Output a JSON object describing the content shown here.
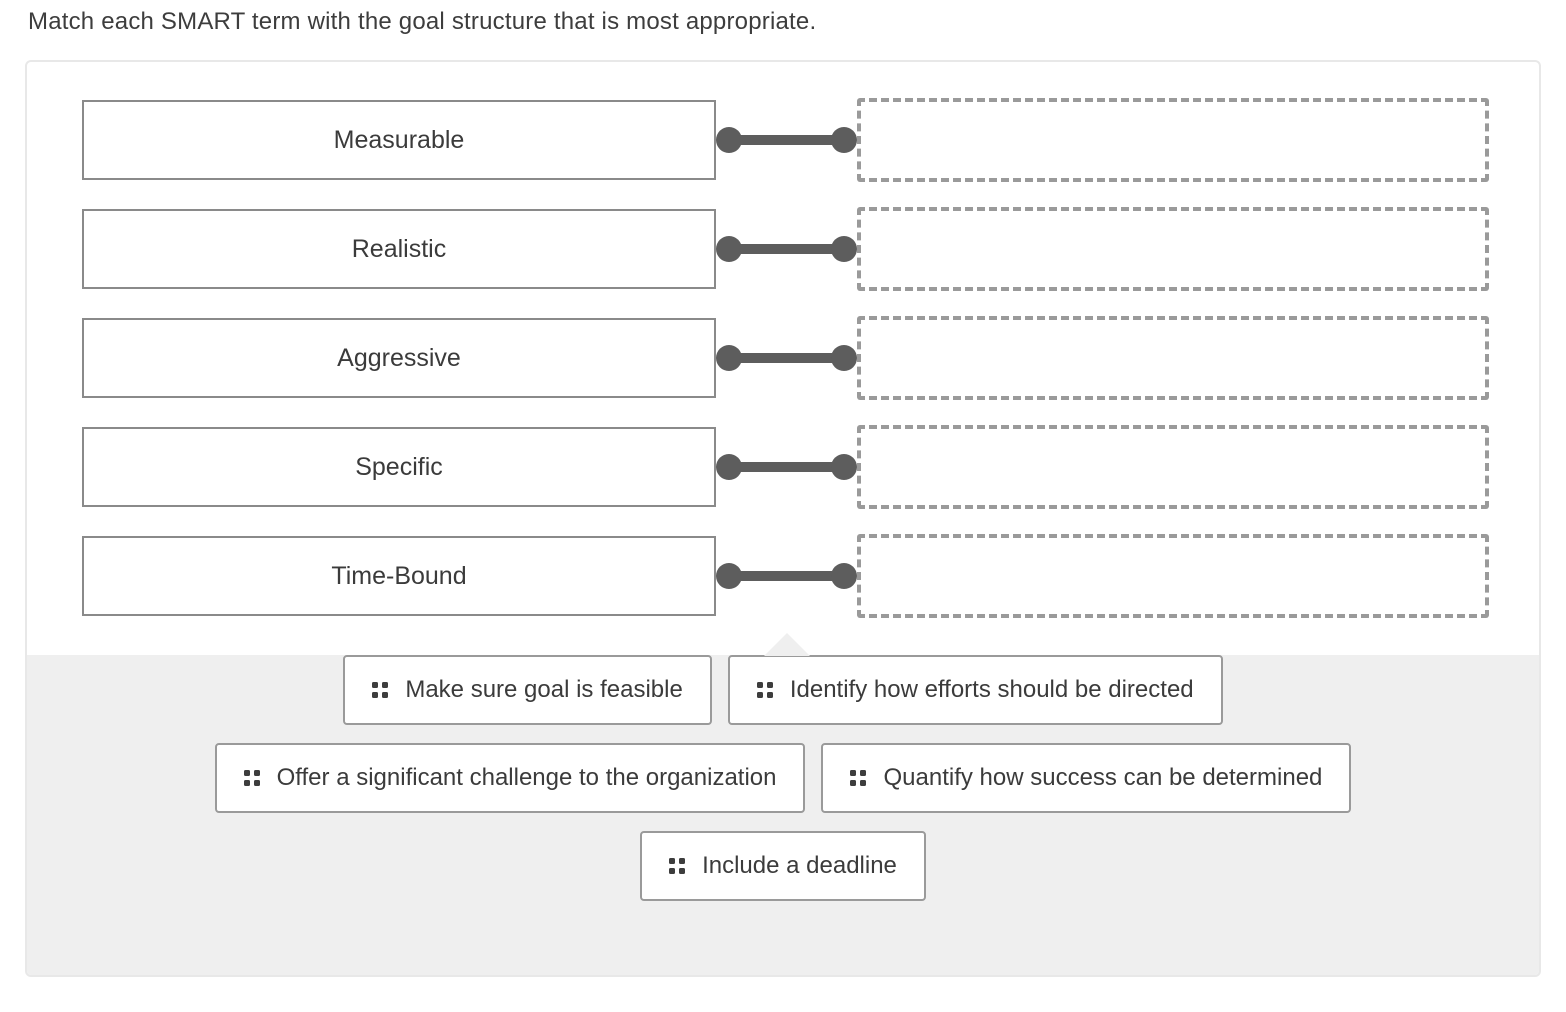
{
  "title": "Match each SMART term with the goal structure that is most appropriate.",
  "terms": [
    "Measurable",
    "Realistic",
    "Aggressive",
    "Specific",
    "Time-Bound"
  ],
  "answer_bank": [
    "Make sure goal is feasible",
    "Identify how efforts should be directed",
    "Offer a significant challenge to the organization",
    "Quantify how success can be determined",
    "Include a deadline"
  ],
  "colors": {
    "text": "#3d3d3d",
    "term_box_border": "#8a8a8a",
    "drop_zone_border": "#9a9a9a",
    "connector": "#5d5d5d",
    "panel_background": "#efefef",
    "card_border": "#e8e8e8",
    "chip_border": "#9a9a9a",
    "chip_background": "#ffffff"
  }
}
